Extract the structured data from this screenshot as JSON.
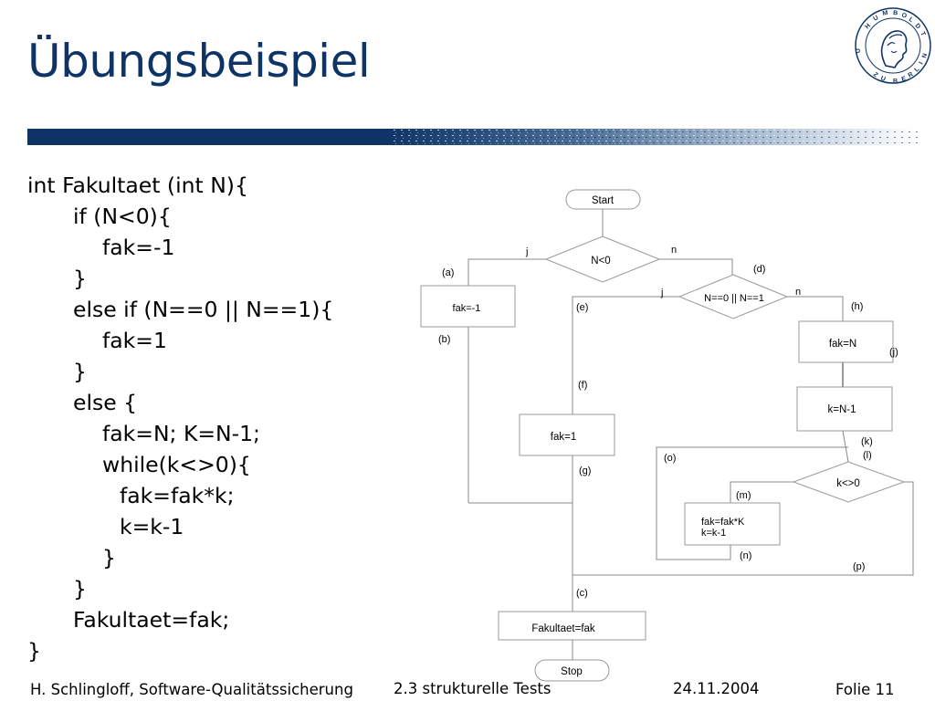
{
  "slide": {
    "title": "Übungsbeispiel",
    "logo_text": "HUMBOLDT-UNIVERSITÄT · ZU BERLIN",
    "colors": {
      "title": "#0e3466",
      "band": "#0e3466"
    }
  },
  "code": [
    "int Fakultaet (int N){",
    "if (N<0){",
    "fak=-1",
    "}",
    "else if (N==0 || N==1){",
    "fak=1",
    "}",
    "else {",
    "fak=N; K=N-1;",
    "while(k<>0){",
    "fak=fak*k;",
    "k=k-1",
    "}",
    "}",
    "Fakultaet=fak;",
    "}"
  ],
  "flow": {
    "start": "Start",
    "cond1": "N<0",
    "cond2": "N==0 || N==1",
    "cond3": "k<>0",
    "fak_neg": "fak=-1",
    "fak_one": "fak=1",
    "fak_n": "fak=N",
    "k_init": "k=N-1",
    "loop_body_1": "fak=fak*K",
    "loop_body_2": "k=k-1",
    "result": "Fakultaet=fak",
    "stop": "Stop",
    "yes": "j",
    "no": "n",
    "edges": {
      "a": "(a)",
      "b": "(b)",
      "c": "(c)",
      "d": "(d)",
      "e": "(e)",
      "f": "(f)",
      "g": "(g)",
      "h": "(h)",
      "j": "(j)",
      "k": "(k)",
      "l": "(l)",
      "m": "(m)",
      "n": "(n)",
      "o": "(o)",
      "p": "(p)"
    }
  },
  "footer": {
    "author": "H. Schlingloff, Software-Qualitätssicherung",
    "section": "2.3 strukturelle Tests",
    "date": "24.11.2004",
    "slide": "Folie 11"
  }
}
